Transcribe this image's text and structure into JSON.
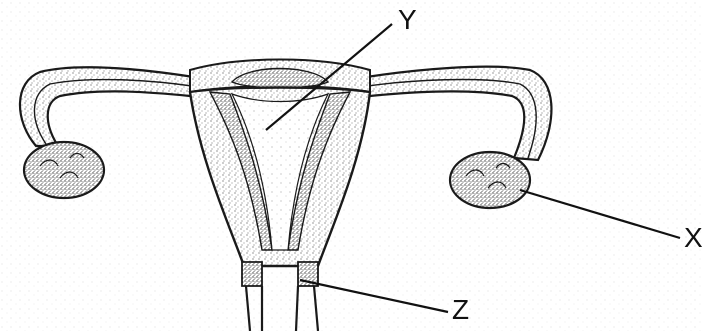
{
  "labels": {
    "x": "X",
    "y": "Y",
    "z": "Z"
  },
  "colors": {
    "ink": "#1a1a1a",
    "stipple": "#555555",
    "paper": "#ffffff"
  }
}
